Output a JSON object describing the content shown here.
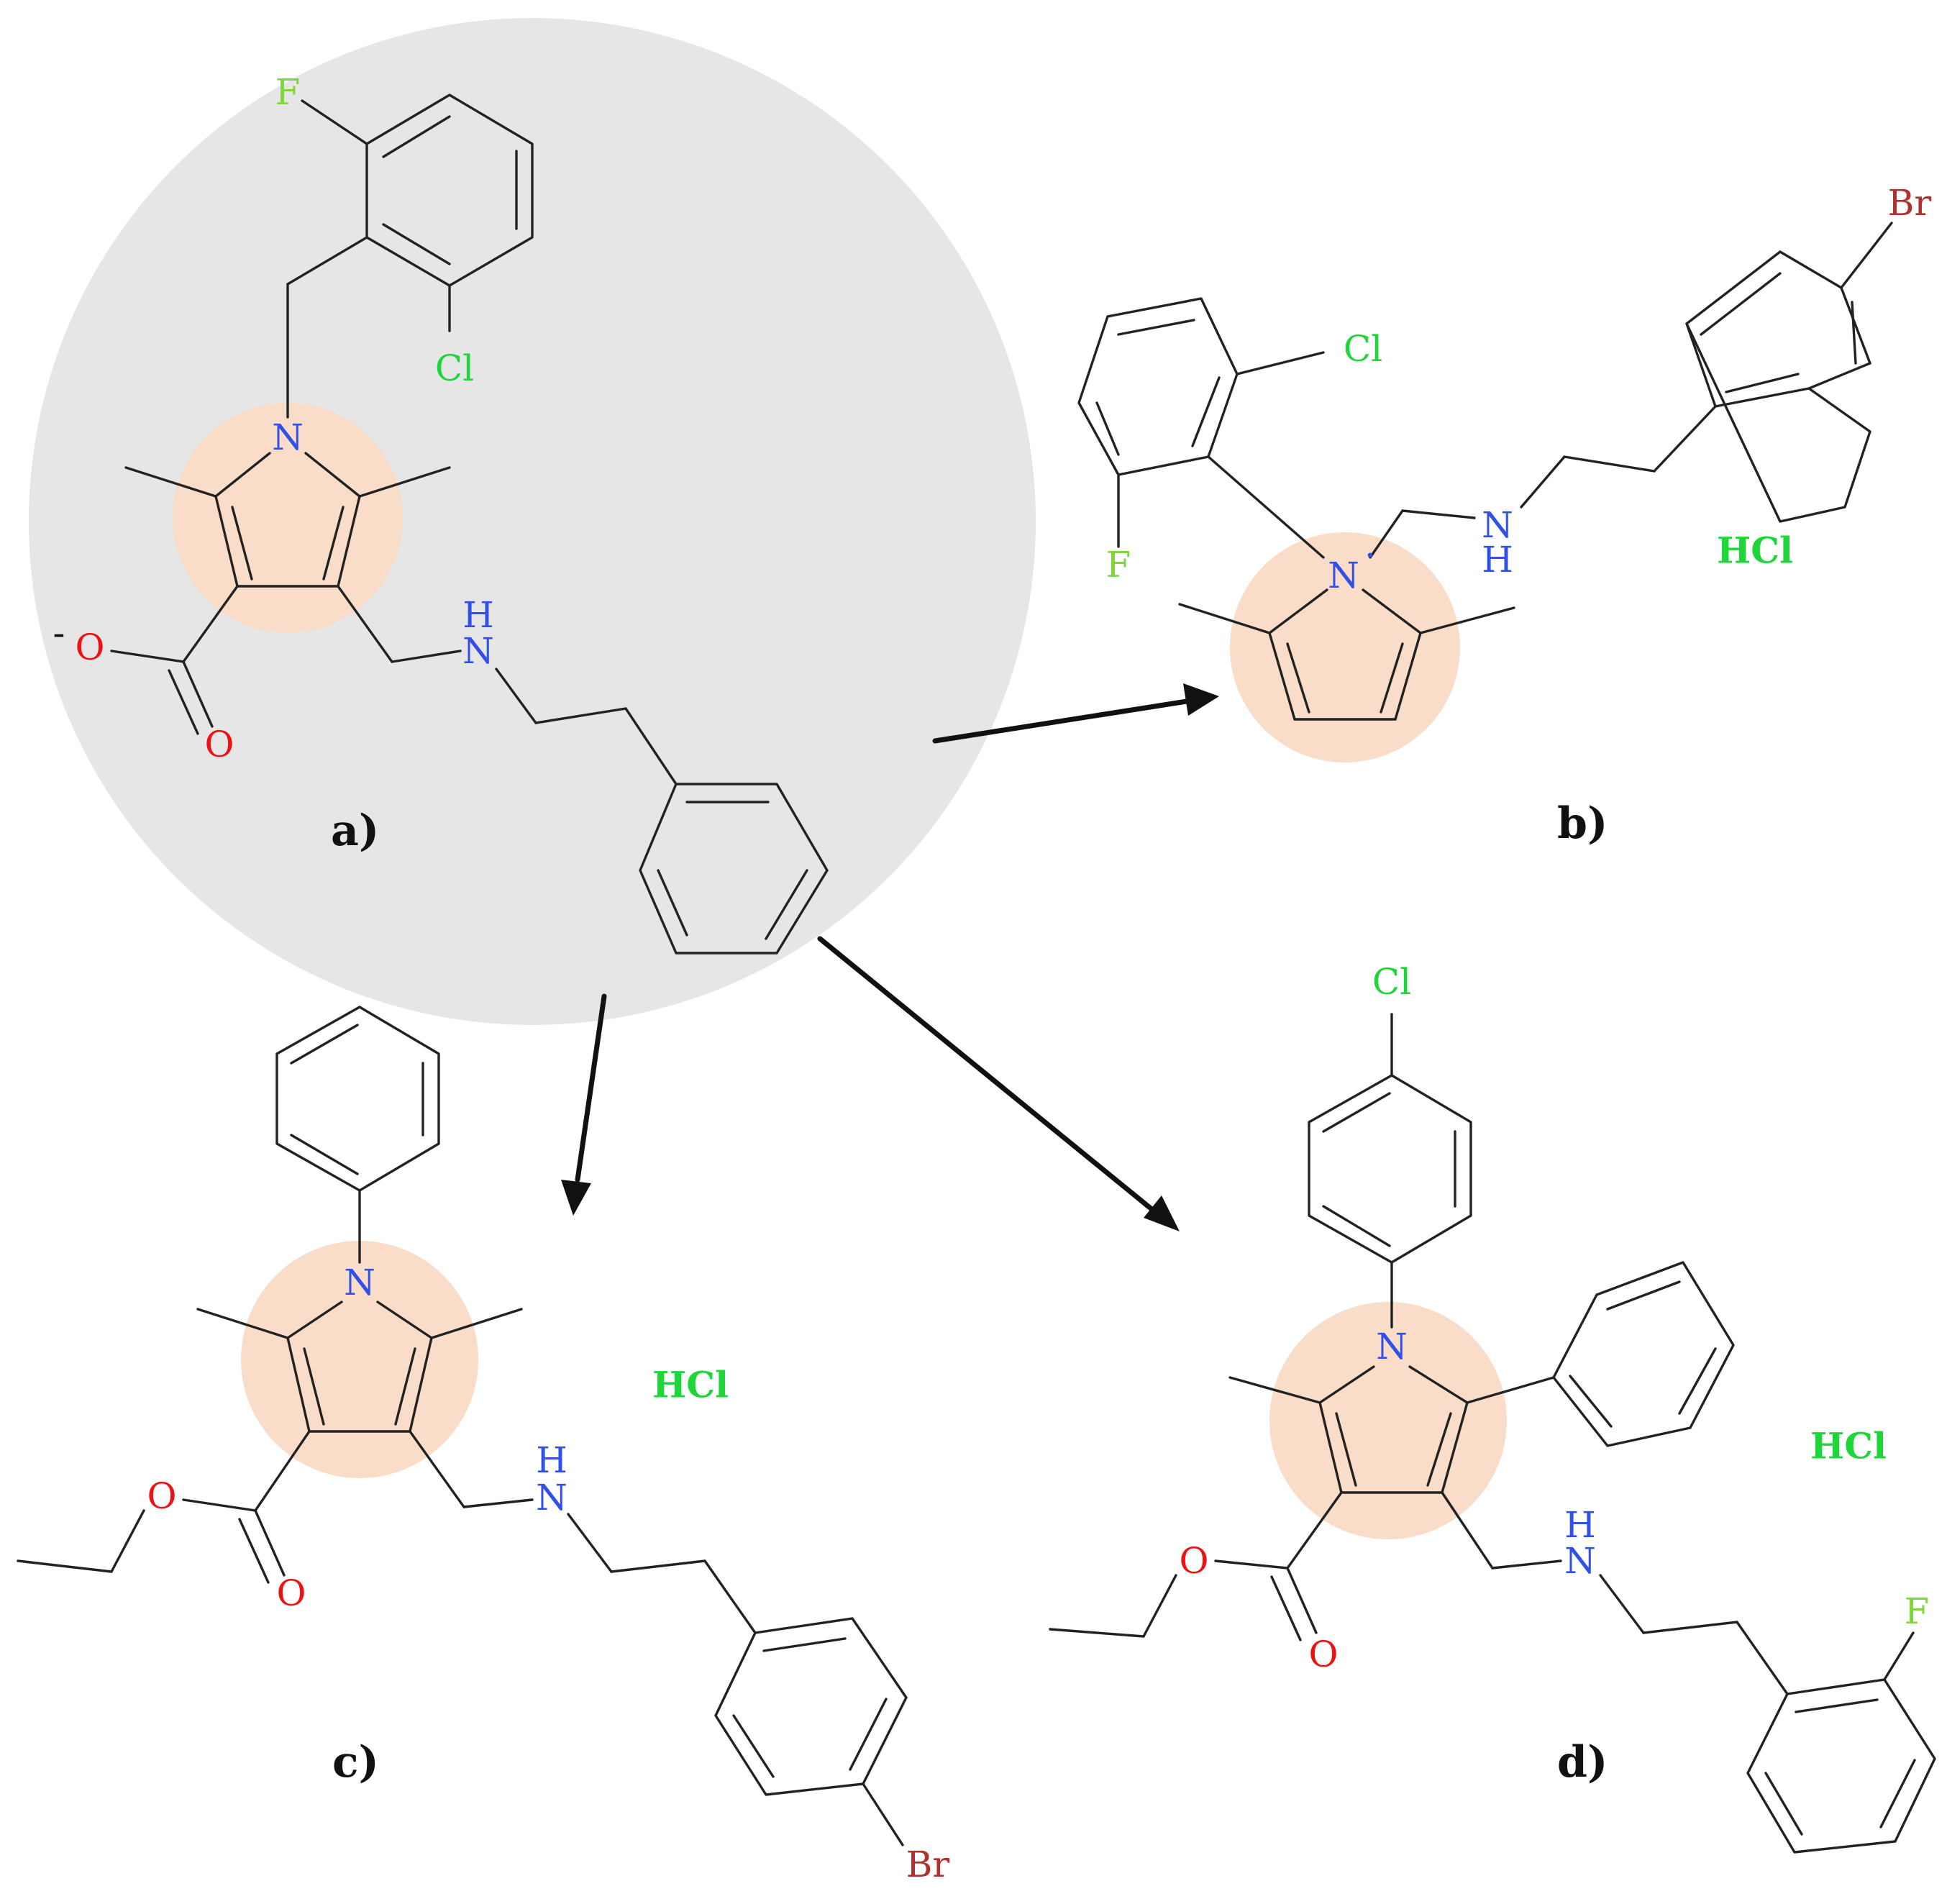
{
  "colors": {
    "nitrogen": "#3050e8",
    "oxygen": "#ee1111",
    "fluorine": "#7fd63a",
    "chlorine": "#1fd63a",
    "bromine": "#b03030",
    "core_circle": "#e6e6e6",
    "pyrrole_highlight": "#f9ddc9"
  },
  "panels": {
    "a": {
      "label": "a)",
      "atoms": {
        "F": "F",
        "Cl": "Cl",
        "N": "N",
        "NH_N": "N",
        "NH_H": "H",
        "O_minus": "O",
        "charge": "-",
        "O_carbonyl": "O"
      }
    },
    "b": {
      "label": "b)",
      "atoms": {
        "Cl": "Cl",
        "F": "F",
        "N": "N",
        "radical": "·",
        "NH_N": "N",
        "NH_H": "H",
        "Br": "Br"
      },
      "salt": "HCl"
    },
    "c": {
      "label": "c)",
      "atoms": {
        "N": "N",
        "NH_N": "N",
        "NH_H": "H",
        "O_ester": "O",
        "O_carbonyl": "O",
        "Br": "Br"
      },
      "salt": "HCl"
    },
    "d": {
      "label": "d)",
      "atoms": {
        "Cl": "Cl",
        "N": "N",
        "NH_N": "N",
        "NH_H": "H",
        "O_ester": "O",
        "O_carbonyl": "O",
        "F": "F"
      },
      "salt": "HCl"
    }
  }
}
